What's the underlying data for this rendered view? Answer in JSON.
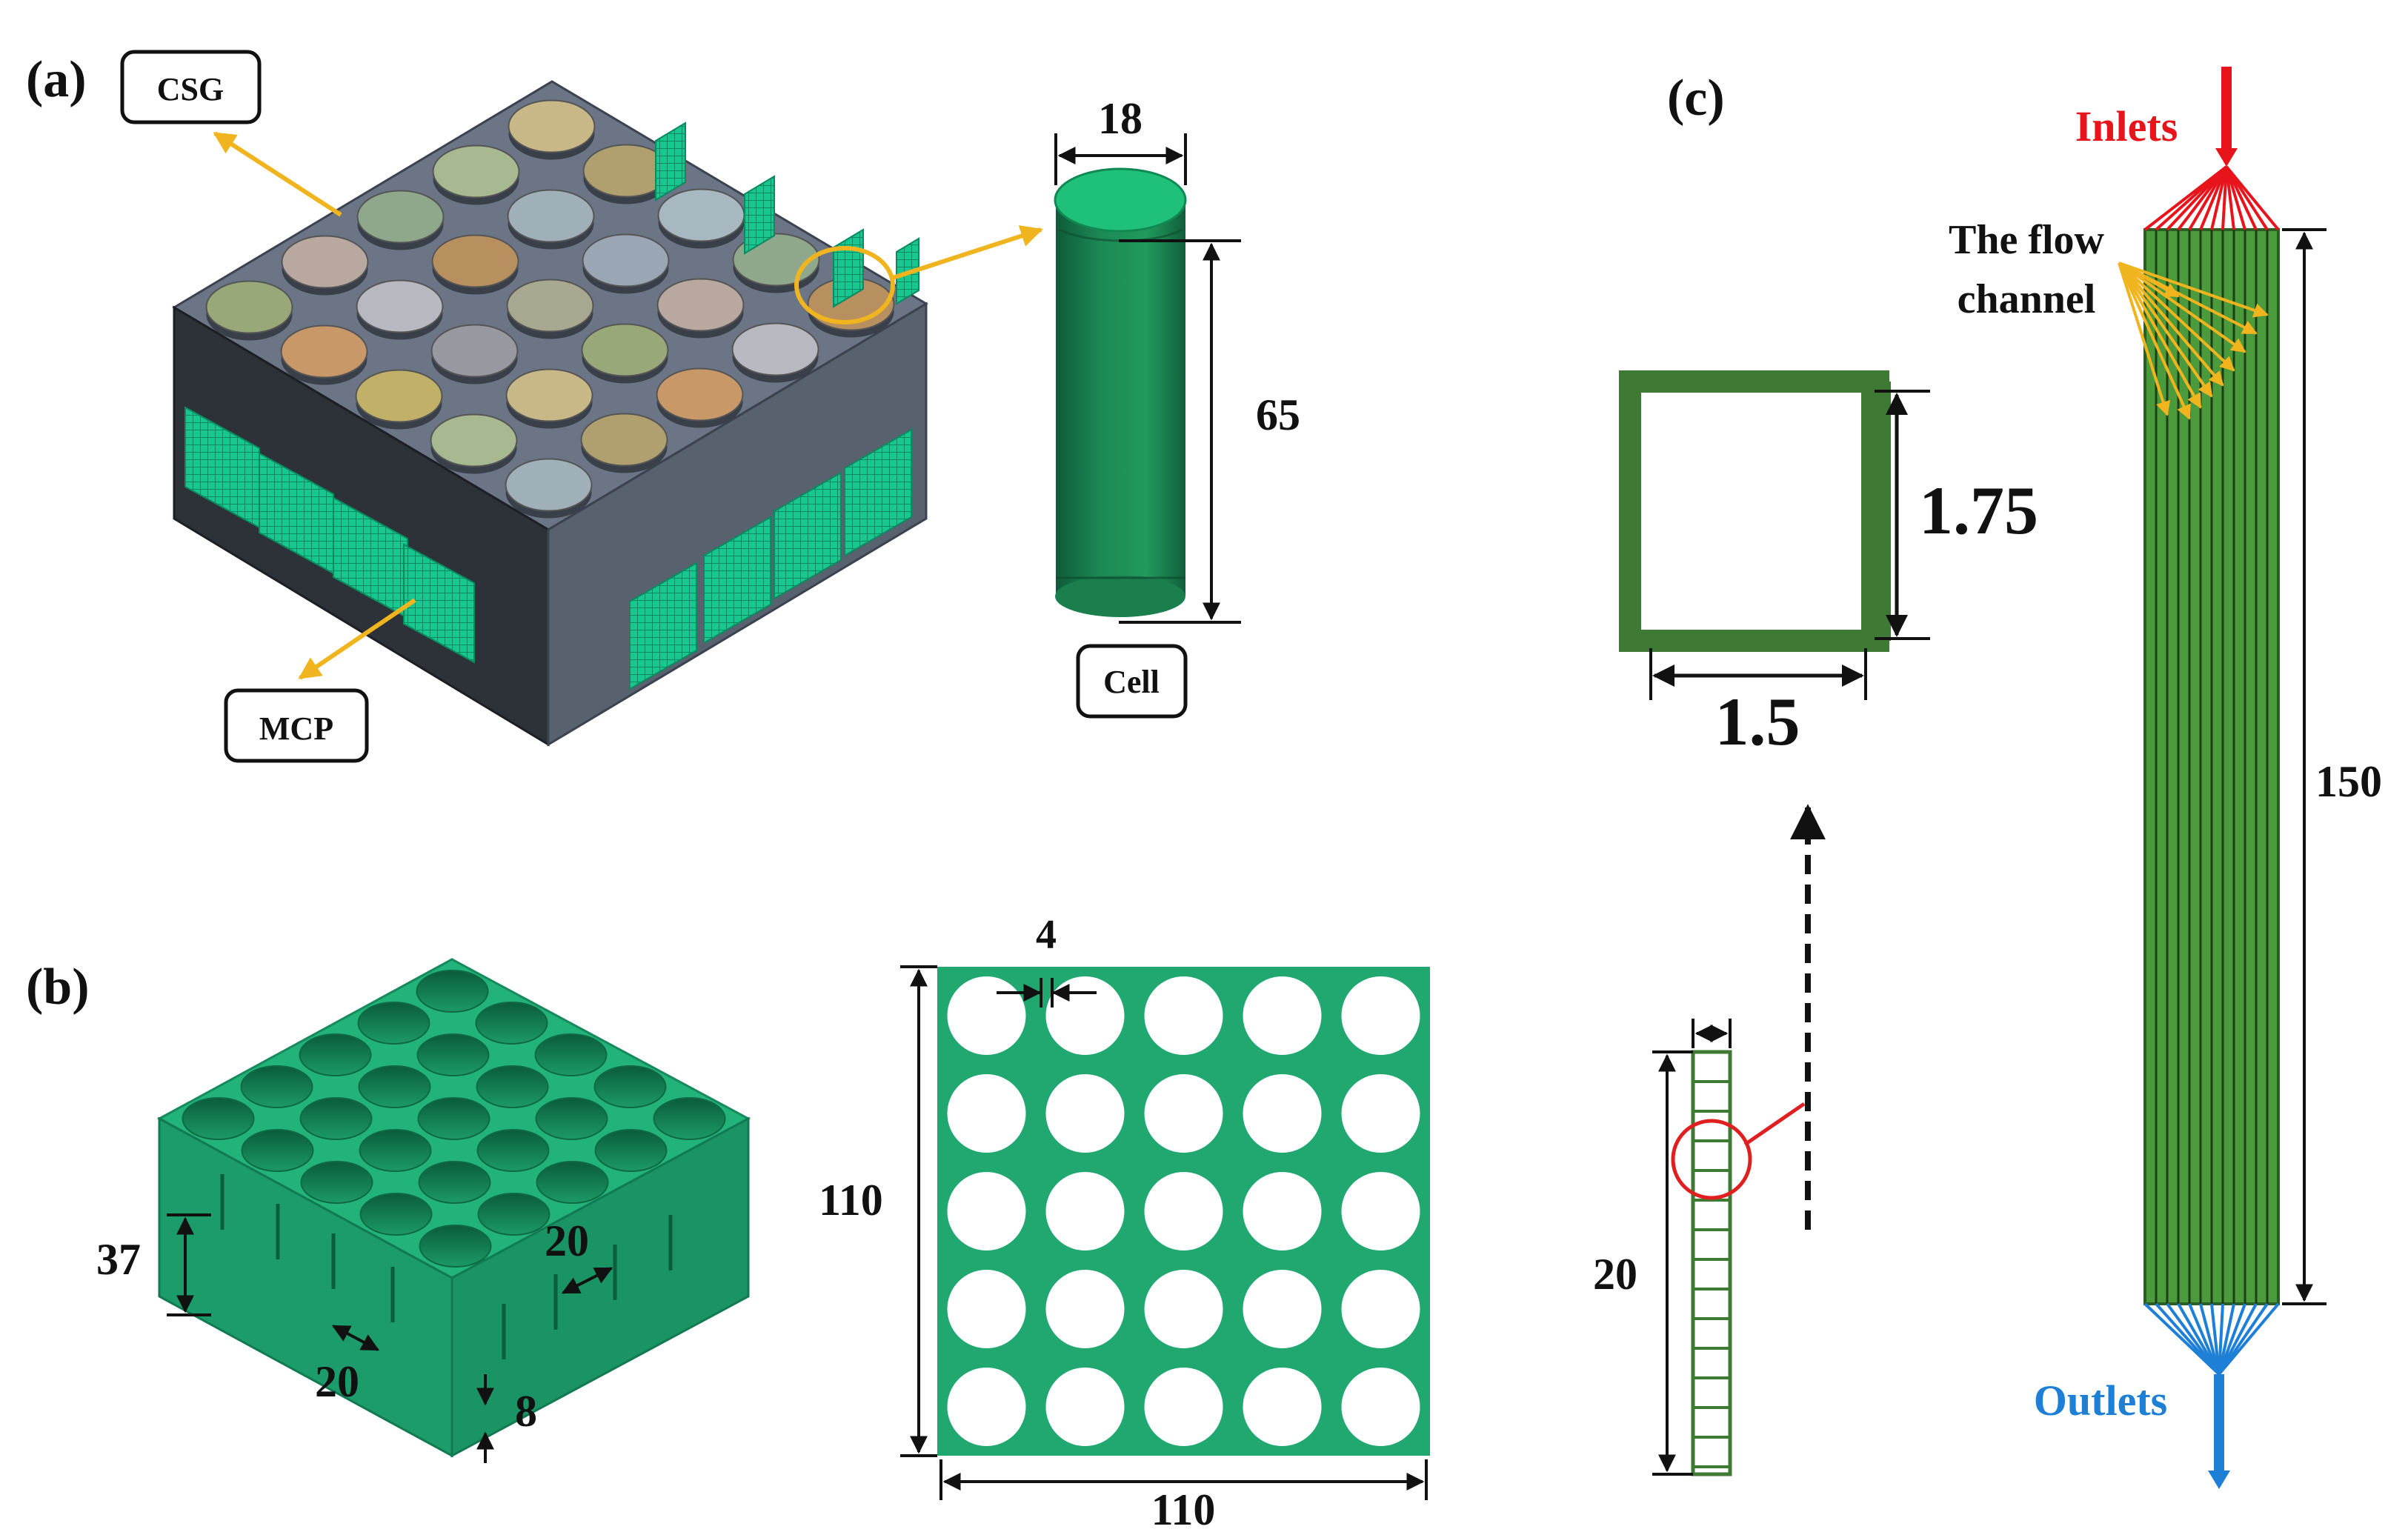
{
  "panels": {
    "a": {
      "label": "(a)",
      "csg_label": "CSG",
      "mcp_label": "MCP",
      "cell_label": "Cell",
      "cell_diameter": "18",
      "cell_height": "65"
    },
    "b": {
      "label": "(b)",
      "height_dim": "37",
      "slot_spacing_front": "20",
      "slot_spacing_side": "20",
      "slot_width": "8",
      "hole_gap": "4",
      "plate_height": "110",
      "plate_width": "110"
    },
    "c": {
      "label": "(c)",
      "inlets_label": "Inlets",
      "outlets_label": "Outlets",
      "flow_channel_label_line1": "The flow",
      "flow_channel_label_line2": "channel",
      "channel_height": "1.75",
      "channel_width": "1.5",
      "mcp_length": "150",
      "mcp_section_height": "20"
    }
  },
  "colors": {
    "inlets": "#e8141c",
    "outlets": "#1e7fd6",
    "leader": "#f0b41e",
    "circle_marker": "#e02020",
    "green_dark": "#3e7a33",
    "green_mcp": "#18c690",
    "green_block": "#22a672"
  }
}
